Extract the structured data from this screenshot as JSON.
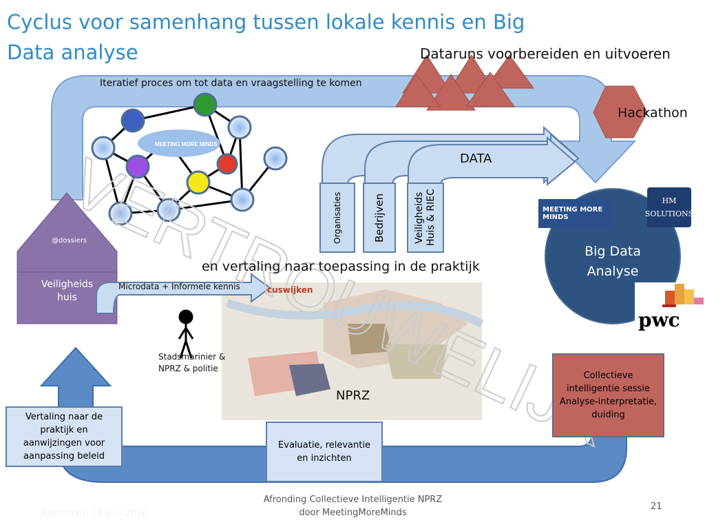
{
  "title": {
    "line1": "Cyclus voor samenhang tussen lokale kennis en Big",
    "line2": "Data analyse"
  },
  "top_arrow_label": "Iteratief proces om tot data en vraagstelling te komen",
  "dataruns_label": "Dataruns voorbereiden en uitvoeren",
  "hackathon_label": "Hackathon",
  "network_logo": "MEETING MORE MINDS",
  "data_label": "DATA",
  "data_sources": [
    "Organisaties",
    "Bedrijven",
    "Veiligheids Huis & RIEC"
  ],
  "translation_label": "en vertaling naar toepassing in de praktijk",
  "house": {
    "roof_label": "@dossiers",
    "label": "Veiligheids huis"
  },
  "micro_arrow_label": "Microdata  +  Informele kennis",
  "person_label": "Stadsmarinier & NPRZ & politie",
  "map": {
    "district_label": "cuswijken",
    "region_label": "NPRZ"
  },
  "big_data": {
    "label": "Big Data Analyse",
    "logos": [
      "MEETING MORE MINDS",
      "HM SOLUTIONS",
      "pwc"
    ]
  },
  "collective_box": "Collectieve intelligentie sessie Analyse-interpretatie, duiding",
  "evaluation_box": "Evaluatie, relevantie en inzichten",
  "translation_box": "Vertaling naar de praktijk en aanwijzingen voor aanpassing beleid",
  "watermark": "VERTROUWELIJK",
  "footer": {
    "date": "Rotterdam 18 mei 2016",
    "center_line1": "Afronding Collectieve Intelligentie NPRZ",
    "center_line2": "door MeetingMoreMinds",
    "page_number": "21"
  },
  "colors": {
    "title": "#2e8bc8",
    "light_arrow": "#a9c7e9",
    "dark_arrow": "#5b8bc4",
    "red_shape": "#c0655d",
    "house": "#8a73a8",
    "big_data_circle": "#2d5480"
  }
}
